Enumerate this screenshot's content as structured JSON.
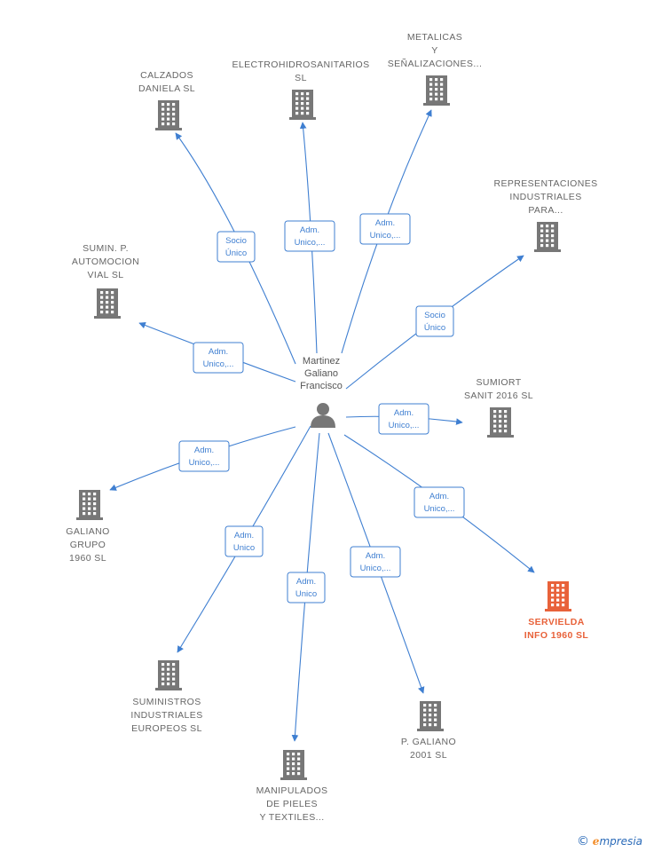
{
  "person": {
    "name_lines": [
      "Martinez",
      "Galiano",
      "Francisco"
    ]
  },
  "colors": {
    "edge": "#3f7fd1",
    "building": "#777777",
    "highlight": "#e8623a"
  },
  "icons": {
    "person": "person-icon",
    "company": "building-icon"
  },
  "companies": [
    {
      "id": "calzados",
      "name_lines": [
        "CALZADOS",
        "DANIELA  SL"
      ],
      "role_lines": [
        "Socio",
        "Único"
      ],
      "highlight": false
    },
    {
      "id": "electrohidro",
      "name_lines": [
        "ELECTROHIDROSANITARIOS",
        "SL"
      ],
      "role_lines": [
        "Adm.",
        "Unico,..."
      ],
      "highlight": false
    },
    {
      "id": "metalicas",
      "name_lines": [
        "METALICAS",
        "Y",
        "SEÑALIZACIONES..."
      ],
      "role_lines": [
        "Adm.",
        "Unico,..."
      ],
      "highlight": false
    },
    {
      "id": "representaciones",
      "name_lines": [
        "REPRESENTACIONES",
        "INDUSTRIALES",
        "PARA..."
      ],
      "role_lines": [
        "Socio",
        "Único"
      ],
      "highlight": false
    },
    {
      "id": "sumin-p",
      "name_lines": [
        "SUMIN.  P.",
        "AUTOMOCION",
        "VIAL  SL"
      ],
      "role_lines": [
        "Adm.",
        "Unico,..."
      ],
      "highlight": false
    },
    {
      "id": "sumiort",
      "name_lines": [
        "SUMIORT",
        "SANIT 2016  SL"
      ],
      "role_lines": [
        "Adm.",
        "Unico,..."
      ],
      "highlight": false
    },
    {
      "id": "galiano-grupo",
      "name_lines": [
        "GALIANO",
        "GRUPO",
        "1960  SL"
      ],
      "role_lines": [
        "Adm.",
        "Unico,..."
      ],
      "highlight": false
    },
    {
      "id": "servielda",
      "name_lines": [
        "SERVIELDA",
        "INFO 1960  SL"
      ],
      "role_lines": [
        "Adm.",
        "Unico,..."
      ],
      "highlight": true
    },
    {
      "id": "suministros",
      "name_lines": [
        "SUMINISTROS",
        "INDUSTRIALES",
        "EUROPEOS SL"
      ],
      "role_lines": [
        "Adm.",
        "Unico"
      ],
      "highlight": false
    },
    {
      "id": "manipulados",
      "name_lines": [
        "MANIPULADOS",
        "DE PIELES",
        "Y TEXTILES..."
      ],
      "role_lines": [
        "Adm.",
        "Unico"
      ],
      "highlight": false
    },
    {
      "id": "p-galiano",
      "name_lines": [
        "P.  GALIANO",
        "2001  SL"
      ],
      "role_lines": [
        "Adm.",
        "Unico,..."
      ],
      "highlight": false
    }
  ],
  "brand": {
    "copyright": "©",
    "initial": "e",
    "rest": "mpresia"
  }
}
